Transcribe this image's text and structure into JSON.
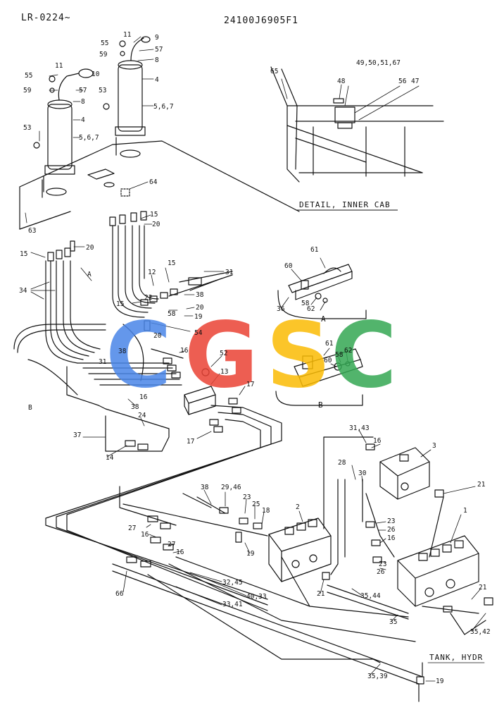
{
  "header": {
    "left_code": "LR-0224~",
    "right_code": "24100J6905F1"
  },
  "captions": {
    "detail_inner_cab": "DETAIL, INNER CAB",
    "view_a": "A",
    "view_b": "B",
    "tank_hydr": "TANK, HYDR"
  },
  "watermark": {
    "letters": [
      "C",
      "G",
      "S",
      "C"
    ],
    "colors": [
      "#4a86e8",
      "#ea4335",
      "#fbbc04",
      "#34a853"
    ]
  },
  "parts": [
    {
      "id": "p11a",
      "text": "11"
    },
    {
      "id": "p9",
      "text": "9"
    },
    {
      "id": "p55a",
      "text": "55"
    },
    {
      "id": "p57a",
      "text": "57"
    },
    {
      "id": "p59a",
      "text": "59"
    },
    {
      "id": "p8a",
      "text": "8"
    },
    {
      "id": "p11b",
      "text": "11"
    },
    {
      "id": "p10",
      "text": "10"
    },
    {
      "id": "p4a",
      "text": "4"
    },
    {
      "id": "p55b",
      "text": "55"
    },
    {
      "id": "p53a",
      "text": "53"
    },
    {
      "id": "p57b",
      "text": "57"
    },
    {
      "id": "p567a",
      "text": "5,6,7"
    },
    {
      "id": "p59b",
      "text": "59"
    },
    {
      "id": "p8b",
      "text": "8"
    },
    {
      "id": "p4b",
      "text": "4"
    },
    {
      "id": "p53b",
      "text": "53"
    },
    {
      "id": "p567b",
      "text": "5,6,7"
    },
    {
      "id": "p64",
      "text": "64"
    },
    {
      "id": "p15a",
      "text": "15"
    },
    {
      "id": "p20a",
      "text": "20"
    },
    {
      "id": "p63",
      "text": "63"
    },
    {
      "id": "p15b",
      "text": "15"
    },
    {
      "id": "p20b",
      "text": "20"
    },
    {
      "id": "pA",
      "text": "A"
    },
    {
      "id": "p34",
      "text": "34"
    },
    {
      "id": "p12",
      "text": "12"
    },
    {
      "id": "p15c",
      "text": "15"
    },
    {
      "id": "p31a",
      "text": "31"
    },
    {
      "id": "p22",
      "text": "22"
    },
    {
      "id": "p38a",
      "text": "38"
    },
    {
      "id": "p15d",
      "text": "15"
    },
    {
      "id": "p20c",
      "text": "20"
    },
    {
      "id": "p58a",
      "text": "58"
    },
    {
      "id": "p19a",
      "text": "19"
    },
    {
      "id": "p20d",
      "text": "20"
    },
    {
      "id": "p54",
      "text": "54"
    },
    {
      "id": "p38b",
      "text": "38"
    },
    {
      "id": "p16a",
      "text": "16"
    },
    {
      "id": "p31b",
      "text": "31"
    },
    {
      "id": "p52",
      "text": "52"
    },
    {
      "id": "p13",
      "text": "13"
    },
    {
      "id": "p16b",
      "text": "16"
    },
    {
      "id": "pB",
      "text": "B"
    },
    {
      "id": "p17a",
      "text": "17"
    },
    {
      "id": "p38c",
      "text": "38"
    },
    {
      "id": "p24",
      "text": "24"
    },
    {
      "id": "p37",
      "text": "37"
    },
    {
      "id": "p17b",
      "text": "17"
    },
    {
      "id": "p14",
      "text": "14"
    },
    {
      "id": "p65",
      "text": "65"
    },
    {
      "id": "p49",
      "text": "49,50,51,67"
    },
    {
      "id": "p48",
      "text": "48"
    },
    {
      "id": "p56",
      "text": "56"
    },
    {
      "id": "p47",
      "text": "47"
    },
    {
      "id": "p61a",
      "text": "61"
    },
    {
      "id": "p60a",
      "text": "60"
    },
    {
      "id": "p36",
      "text": "36"
    },
    {
      "id": "p58b",
      "text": "58"
    },
    {
      "id": "p62a",
      "text": "62"
    },
    {
      "id": "p61b",
      "text": "61"
    },
    {
      "id": "p58c",
      "text": "58"
    },
    {
      "id": "p62b",
      "text": "62"
    },
    {
      "id": "p60b",
      "text": "60"
    },
    {
      "id": "p3143",
      "text": "31,43"
    },
    {
      "id": "p16c",
      "text": "16"
    },
    {
      "id": "p3",
      "text": "3"
    },
    {
      "id": "p28",
      "text": "28"
    },
    {
      "id": "p30",
      "text": "30"
    },
    {
      "id": "p21a",
      "text": "21"
    },
    {
      "id": "p38d",
      "text": "38"
    },
    {
      "id": "p2946",
      "text": "29,46"
    },
    {
      "id": "p2",
      "text": "2"
    },
    {
      "id": "p1",
      "text": "1"
    },
    {
      "id": "p23a",
      "text": "23"
    },
    {
      "id": "p25",
      "text": "25"
    },
    {
      "id": "p18",
      "text": "18"
    },
    {
      "id": "p27a",
      "text": "27"
    },
    {
      "id": "p16d",
      "text": "16"
    },
    {
      "id": "p23b",
      "text": "23"
    },
    {
      "id": "p26a",
      "text": "26"
    },
    {
      "id": "p16e",
      "text": "16"
    },
    {
      "id": "p27b",
      "text": "27"
    },
    {
      "id": "p16f",
      "text": "16"
    },
    {
      "id": "p19b",
      "text": "19"
    },
    {
      "id": "p23c",
      "text": "23"
    },
    {
      "id": "p26b",
      "text": "26"
    },
    {
      "id": "p66",
      "text": "66"
    },
    {
      "id": "p3245",
      "text": "32,45"
    },
    {
      "id": "p4033",
      "text": "40,33"
    },
    {
      "id": "p21b",
      "text": "21"
    },
    {
      "id": "p3544",
      "text": "35,44"
    },
    {
      "id": "p21c",
      "text": "21"
    },
    {
      "id": "p3341",
      "text": "33,41"
    },
    {
      "id": "p35",
      "text": "35"
    },
    {
      "id": "p3542",
      "text": "35,42"
    },
    {
      "id": "p3539",
      "text": "35,39"
    },
    {
      "id": "p19c",
      "text": "19"
    }
  ]
}
